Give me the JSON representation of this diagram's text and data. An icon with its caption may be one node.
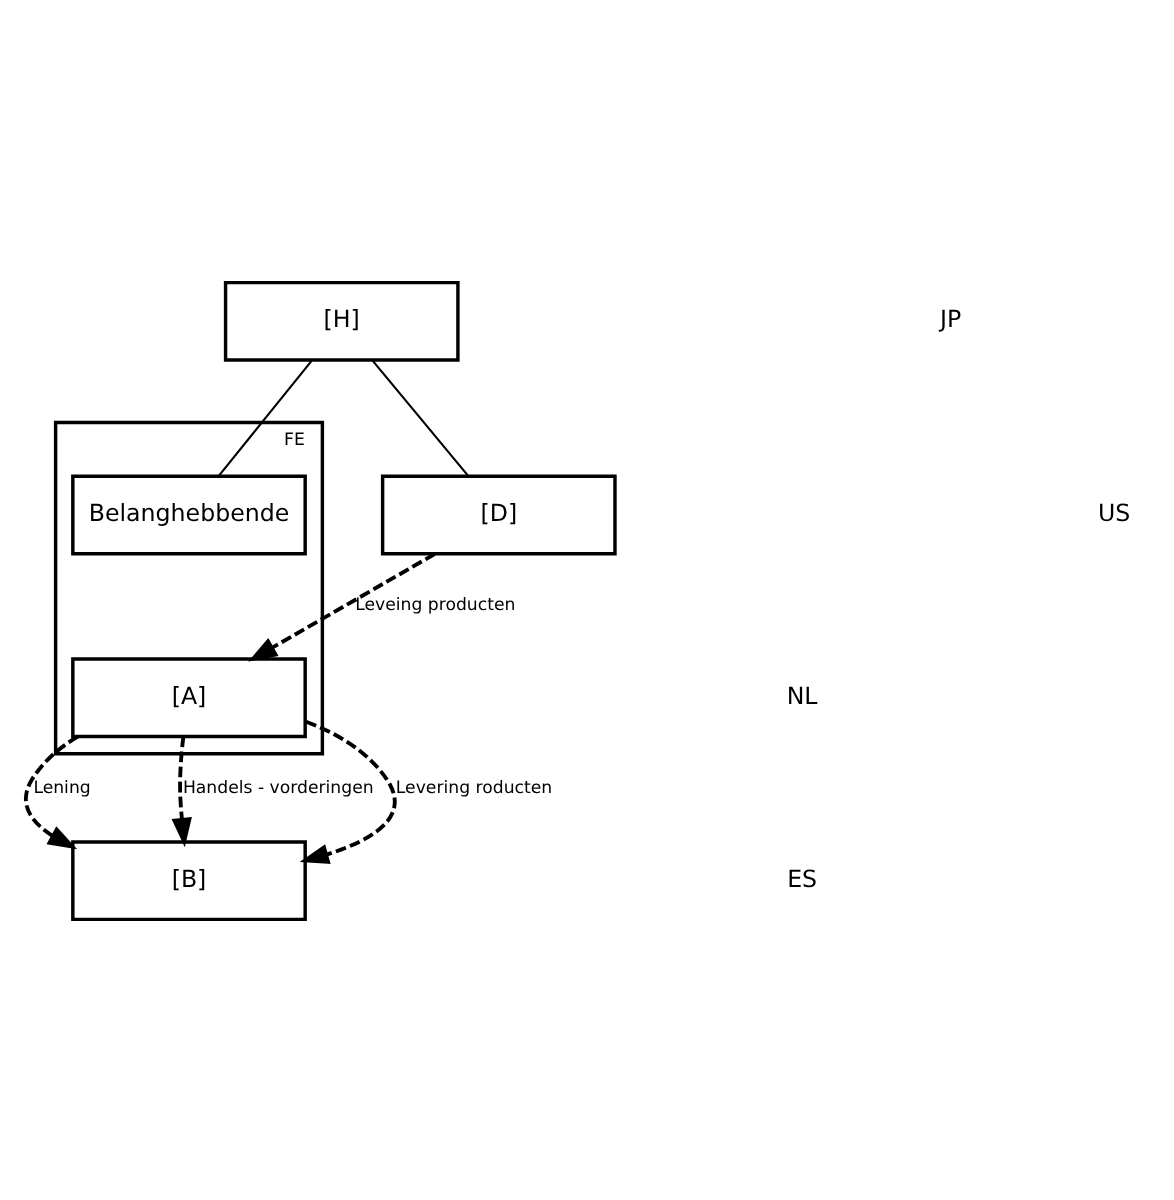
{
  "diagram": {
    "nodes": [
      {
        "text": [
          "[H]"
        ]
      },
      {
        "text": [
          "[D]"
        ]
      },
      {
        "text": [
          "FE"
        ]
      },
      {
        "text": [
          "Belanghebbende"
        ],
        "in": 2
      },
      {
        "text": [
          "[A]"
        ],
        "in": 2
      },
      {
        "text": [
          "[B]"
        ]
      }
    ],
    "edges": [
      {
        "from": 0,
        "to": 1,
        "arrow": "none"
      },
      {
        "from": 0,
        "to": 3,
        "arrow": "none"
      },
      {
        "from": 1,
        "to": 4,
        "arrow": "to",
        "style": "dashed",
        "label": "Leveing producten"
      },
      {
        "from": 4,
        "to": 5,
        "arrow": "to",
        "style": "dashed",
        "label": "Lening"
      },
      {
        "from": 4,
        "to": 5,
        "arrow": "to",
        "style": "dashed",
        "label": "Handels - vorderingen"
      },
      {
        "from": 4,
        "to": 5,
        "arrow": "to",
        "style": "dashed",
        "label": "Levering roducten"
      }
    ],
    "labels": [
      "JP",
      "US",
      "NL",
      "ES"
    ]
  }
}
